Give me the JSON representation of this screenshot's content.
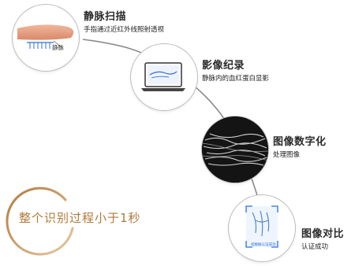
{
  "steps": [
    {
      "title": "静脉扫描",
      "desc": "手指通过近红外线照射透视",
      "inner_label": "静脉",
      "icon": "finger-scan-icon"
    },
    {
      "title": "影像纪录",
      "desc": "静脉内的血红蛋白显影",
      "icon": "laptop-vein-icon"
    },
    {
      "title": "图像数字化",
      "desc": "处理图像",
      "icon": "vein-pattern-icon"
    },
    {
      "title": "图像对比",
      "desc": "认证成功",
      "inner_label": "指静脉认证成功",
      "icon": "scan-compare-icon"
    }
  ],
  "timing_text": "整个识别过程小于1秒",
  "colors": {
    "accent": "#b07a3a",
    "connector": "#8a8a8a",
    "vein_blue": "#2f6fd8"
  }
}
